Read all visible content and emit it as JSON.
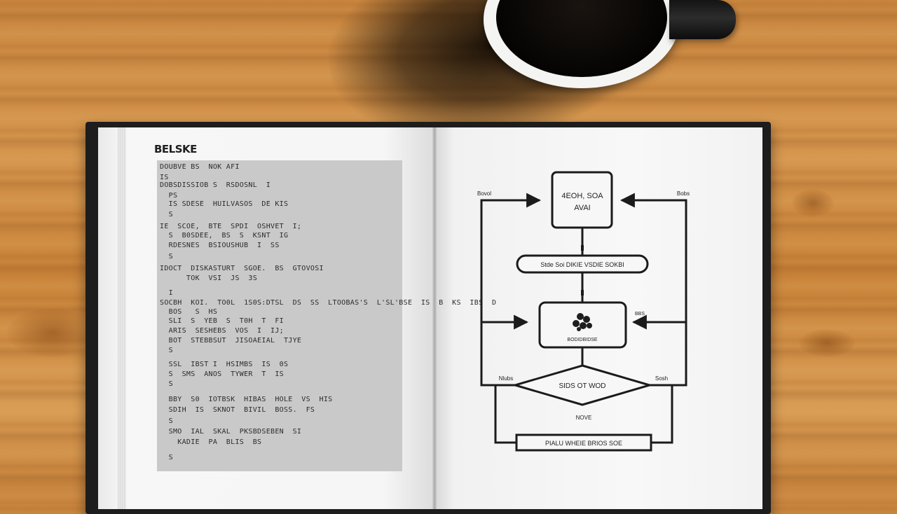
{
  "scene": {
    "colors": {
      "wood": "#c9863f",
      "book_cover": "#1d1d1d",
      "page": "#f6f6f6",
      "code_bg": "#c9c9c9",
      "mug_rim": "#f4f4f2",
      "coffee": "#050403"
    }
  },
  "left_page": {
    "heading": "BELSKE",
    "code_lines": [
      "DOUBVE BS  NOK AFI",
      "IS",
      "DOBSDISSIOB S  RSDOSNL  I",
      "  PS",
      "  IS SDESE  HUILVASOS  DE KIS",
      "  S",
      "IE  SCOE,  BTE  SPDI  OSHVET  I;",
      "  S  B0SDEE,  BS  S  KSNT  IG",
      "  RDESNES  BSIOUSHUB  I  SS",
      "  S",
      "IDOCT  DISKASTURT  SGOE.  BS  GTOVOSI",
      "      TOK  VSI  JS  3S",
      "  I",
      "SOCBH  KOI.  TO0L  1S0S:DTSL  DS  SS  LTOOBAS'S  L'SL'BSE  IS  B  KS  IBS  D",
      "  BOS   S  HS",
      "  SLI  S  YEB  S  T0H  T  FI",
      "  ARIS  SESHEBS  VOS  I  IJ;",
      "  BOT  STEBBSUT  JISOAEIAL  TJYE",
      "  S",
      "  SSL  IBST I  HSIMBS  IS  0S",
      "  S  SMS  ANOS  TYWER  T  IS",
      "  S",
      "  BBY  S0  IOTBSK  HIBAS  HOLE  VS  HIS",
      "  SDIH  IS  SKNOT  BIVIL  BOSS.  FS",
      "  S",
      "  SMO  IAL  SKAL  PKSBDSEBEN  SI",
      "    KADIE  PA  BLIS  BS",
      "  S"
    ]
  },
  "right_page": {
    "flowchart": {
      "top_box": [
        "4EOH, SOA",
        "AVAI"
      ],
      "top_left_label": "Bovol",
      "top_right_label": "Bobs",
      "process_pill": "Stde  Soi  DIKIE  VSDIE  SOKBI",
      "middle_box_caption": "BODIDBIDSE",
      "middle_right_label": "BBS",
      "decision": "SIDS  OT  WOD",
      "decision_left_label": "Nlubs",
      "decision_right_label": "Sosh",
      "below_decision_label": "NOVE",
      "bottom_bar": "PIALU  WHEIE  BRIOS  SOE"
    }
  }
}
